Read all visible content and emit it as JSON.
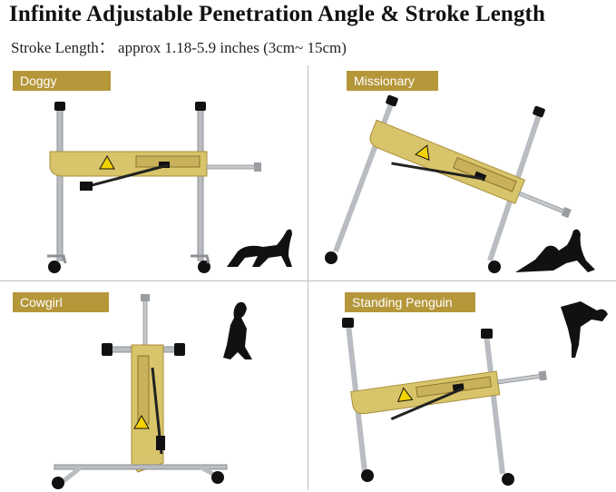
{
  "header": {
    "title": "Infinite Adjustable Penetration Angle & Stroke Length",
    "subtitle": "Stroke Length：  approx 1.18-5.9 inches (3cm~ 15cm)"
  },
  "panels": [
    {
      "label": "Doggy"
    },
    {
      "label": "Missionary"
    },
    {
      "label": "Cowgirl"
    },
    {
      "label": "Standing Penguin"
    }
  ],
  "colors": {
    "accent": "#b5973a",
    "gold": "#d8c46a",
    "chrome": "#b9bcc0",
    "black": "#111111"
  }
}
